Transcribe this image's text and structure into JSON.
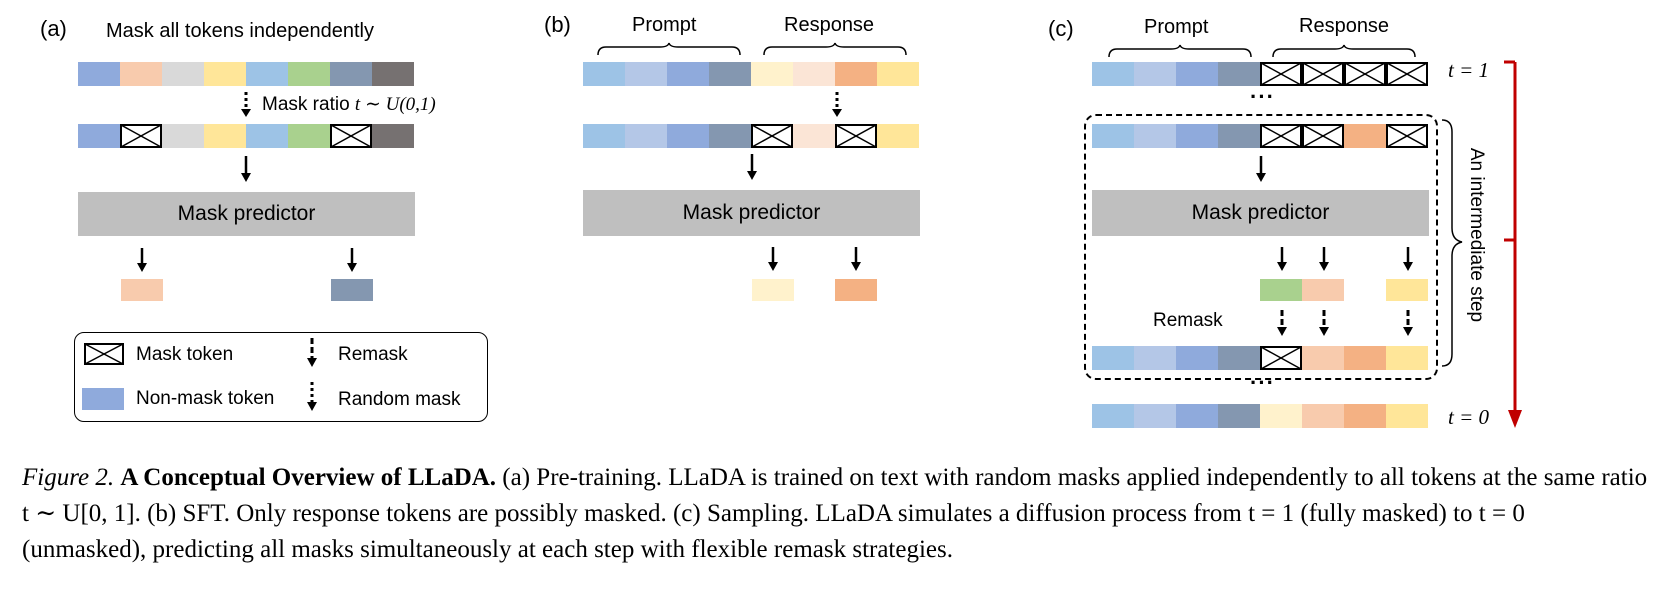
{
  "panels": {
    "a": {
      "tag": "(a)",
      "title": "Mask all tokens independently",
      "mask_ratio_label": "Mask ratio",
      "mask_ratio_math": "t ∼ U(0,1)",
      "predictor": "Mask predictor"
    },
    "b": {
      "tag": "(b)",
      "prompt_label": "Prompt",
      "response_label": "Response",
      "predictor": "Mask predictor"
    },
    "c": {
      "tag": "(c)",
      "prompt_label": "Prompt",
      "response_label": "Response",
      "predictor": "Mask predictor",
      "remask_label": "Remask",
      "ellipsis": "···",
      "t_start": "t = 1",
      "t_end": "t = 0",
      "intermediate_label": "An intermediate step"
    }
  },
  "legend": {
    "mask_token": "Mask token",
    "non_mask_token": "Non-mask token",
    "remask": "Remask",
    "random_mask": "Random mask"
  },
  "colors": {
    "blue1": "#8faadc",
    "peach": "#f8cbad",
    "lightgray": "#d9d9d9",
    "yellow": "#ffe699",
    "skyblue": "#9dc3e6",
    "green": "#a9d18e",
    "slate": "#8497b0",
    "darkgray": "#767171",
    "periwinkle": "#b4c7e7",
    "cream": "#fff2cc",
    "lightpeach": "#fbe5d6",
    "orange": "#f4b183",
    "arrow_red": "#c00000"
  },
  "caption": {
    "figure": "Figure 2.",
    "title": "A Conceptual Overview of LLaDA.",
    "body": " (a) Pre-training. LLaDA is trained on text with random masks applied independently to all tokens at the same ratio t ∼ U[0, 1]. (b) SFT. Only response tokens are possibly masked. (c) Sampling. LLaDA simulates a diffusion process from t = 1 (fully masked) to t = 0 (unmasked), predicting all masks simultaneously at each step with flexible remask strategies."
  }
}
